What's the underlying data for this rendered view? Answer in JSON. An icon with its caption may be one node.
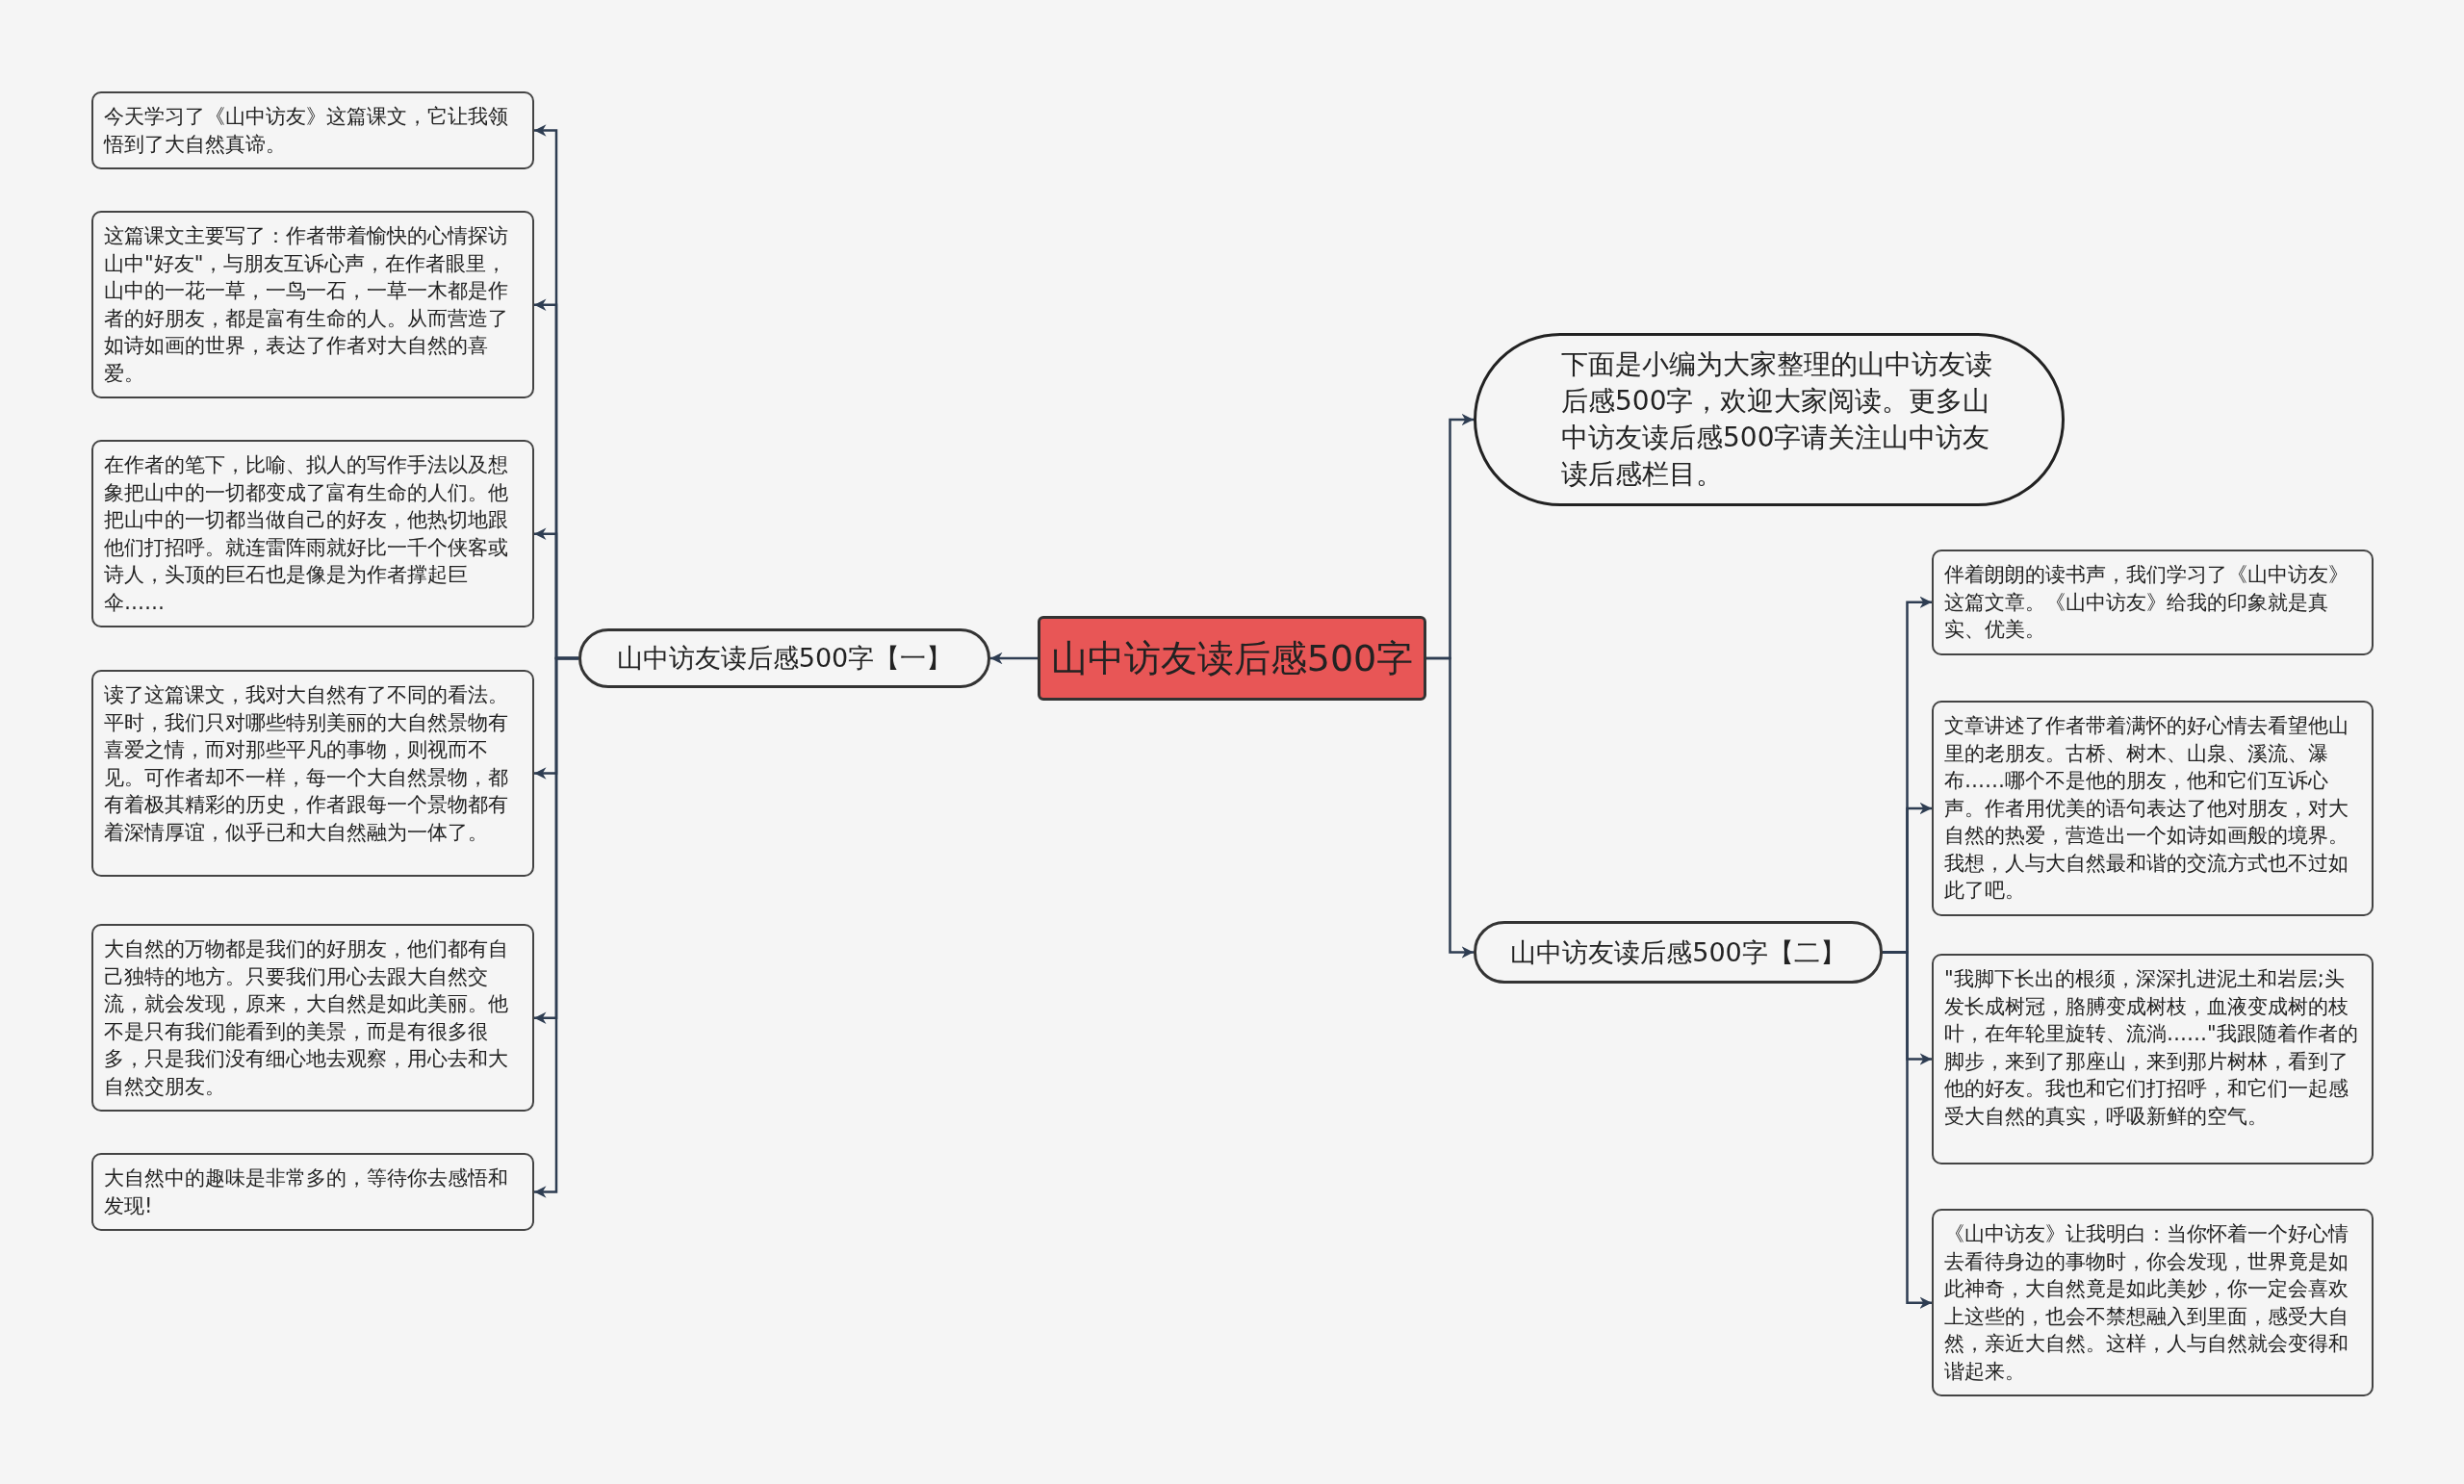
{
  "diagram": {
    "nodes": [
      {
        "text": [
          "山中访友读后感500字"
        ]
      },
      {
        "text": [
          "山中访友读后感500字【一】"
        ]
      },
      {
        "text": [
          "今天学习了《山中访友》这篇课文，它让我领悟到了大自然真谛。"
        ]
      },
      {
        "text": [
          "这篇课文主要写了：作者带着愉快的心情探访山中\"好友\"，与朋友互诉心声，在作者眼里，山中的一花一草，一鸟一石，一草一木都是作者的好朋友，都是富有生命的人。从而营造了如诗如画的世界，表达了作者对大自然的喜爱。"
        ]
      },
      {
        "text": [
          "在作者的笔下，比喻、拟人的写作手法以及想象把山中的一切都变成了富有生命的人们。他把山中的一切都当做自己的好友，他热切地跟他们打招呼。就连雷阵雨就好比一千个侠客或诗人，头顶的巨石也是像是为作者撑起巨伞……"
        ]
      },
      {
        "text": [
          "读了这篇课文，我对大自然有了不同的看法。平时，我们只对哪些特别美丽的大自然景物有喜爱之情，而对那些平凡的事物，则视而不见。可作者却不一样，每一个大自然景物，都有着极其精彩的历史，作者跟每一个景物都有着深情厚谊，似乎已和大自然融为一体了。"
        ]
      },
      {
        "text": [
          "大自然的万物都是我们的好朋友，他们都有自己独特的地方。只要我们用心去跟大自然交流，就会发现，原来，大自然是如此美丽。他不是只有我们能看到的美景，而是有很多很多，只是我们没有细心地去观察，用心去和大自然交朋友。"
        ]
      },
      {
        "text": [
          "大自然中的趣味是非常多的，等待你去感悟和发现!"
        ]
      },
      {
        "text": [
          "下面是小编为大家整理的山中访友读后感500字，欢迎大家阅读。更多山中访友读后感500字请关注山中访友读后感栏目。"
        ]
      },
      {
        "text": [
          "山中访友读后感500字【二】"
        ]
      },
      {
        "text": [
          "伴着朗朗的读书声，我们学习了《山中访友》这篇文章。《山中访友》给我的印象就是真实、优美。"
        ]
      },
      {
        "text": [
          "文章讲述了作者带着满怀的好心情去看望他山里的老朋友。古桥、树木、山泉、溪流、瀑布……哪个不是他的朋友，他和它们互诉心声。作者用优美的语句表达了他对朋友，对大自然的热爱，营造出一个如诗如画般的境界。我想，人与大自然最和谐的交流方式也不过如此了吧。"
        ]
      },
      {
        "text": [
          "\"我脚下长出的根须，深深扎进泥土和岩层;头发长成树冠，胳膊变成树枝，血液变成树的枝叶，在年轮里旋转、流淌……\"我跟随着作者的脚步，来到了那座山，来到那片树林，看到了他的好友。我也和它们打招呼，和它们一起感受大自然的真实，呼吸新鲜的空气。"
        ]
      },
      {
        "text": [
          "《山中访友》让我明白：当你怀着一个好心情去看待身边的事物时，你会发现，世界竟是如此神奇，大自然竟是如此美妙，你一定会喜欢上这些的，也会不禁想融入到里面，感受大自然，亲近大自然。这样，人与自然就会变得和谐起来。"
        ]
      }
    ],
    "edges": [
      {
        "from": 0,
        "to": 1,
        "arrow": "to"
      },
      {
        "from": 1,
        "to": 2,
        "arrow": "to"
      },
      {
        "from": 1,
        "to": 3,
        "arrow": "to"
      },
      {
        "from": 1,
        "to": 4,
        "arrow": "to"
      },
      {
        "from": 1,
        "to": 5,
        "arrow": "to"
      },
      {
        "from": 1,
        "to": 6,
        "arrow": "to"
      },
      {
        "from": 1,
        "to": 7,
        "arrow": "to"
      },
      {
        "from": 0,
        "to": 8,
        "arrow": "to"
      },
      {
        "from": 0,
        "to": 9,
        "arrow": "to"
      },
      {
        "from": 9,
        "to": 10,
        "arrow": "to"
      },
      {
        "from": 9,
        "to": 11,
        "arrow": "to"
      },
      {
        "from": 9,
        "to": 12,
        "arrow": "to"
      },
      {
        "from": 9,
        "to": 13,
        "arrow": "to"
      }
    ]
  }
}
